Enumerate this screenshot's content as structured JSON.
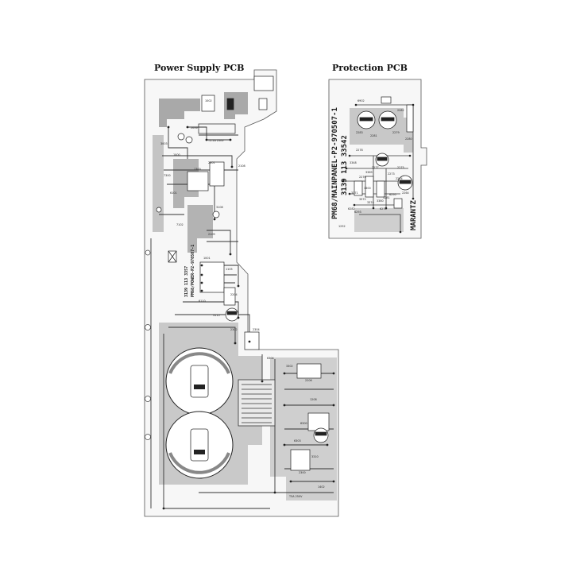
{
  "titles": {
    "power_supply": "Power Supply PCB",
    "protection": "Protection PCB"
  },
  "power_supply": {
    "fuse_rating": "T2.5A 250V",
    "fuse_rating_bottom": "T5A 250V",
    "board_code": "3139 113 3357",
    "board_name": "PM68/POWER-P2-970507-1",
    "codes": [
      "1002",
      "2006",
      "3003",
      "1000",
      "2001",
      "7300",
      "1300",
      "2108",
      "6101",
      "3108",
      "7102",
      "2109",
      "1001",
      "1105",
      "2204",
      "6110",
      "3115",
      "2302",
      "2304",
      "6304",
      "3302",
      "2206",
      "1208",
      "6300",
      "6303",
      "3310",
      "2300",
      "1402"
    ]
  },
  "protection": {
    "board_name": "PM68/MAINPANEL-P2-970507-1",
    "board_code": "3139 113 33542",
    "brand": "MARANTZ",
    "codes": [
      "6902",
      "2282",
      "2283",
      "2280",
      "2281",
      "2279",
      "3348",
      "2275",
      "2277",
      "2278",
      "2276",
      "3369",
      "2273",
      "3371",
      "3372",
      "3374",
      "3380",
      "3281",
      "1252",
      "6282",
      "6293",
      "6250",
      "2274",
      "1300",
      "2264",
      "6274"
    ]
  }
}
